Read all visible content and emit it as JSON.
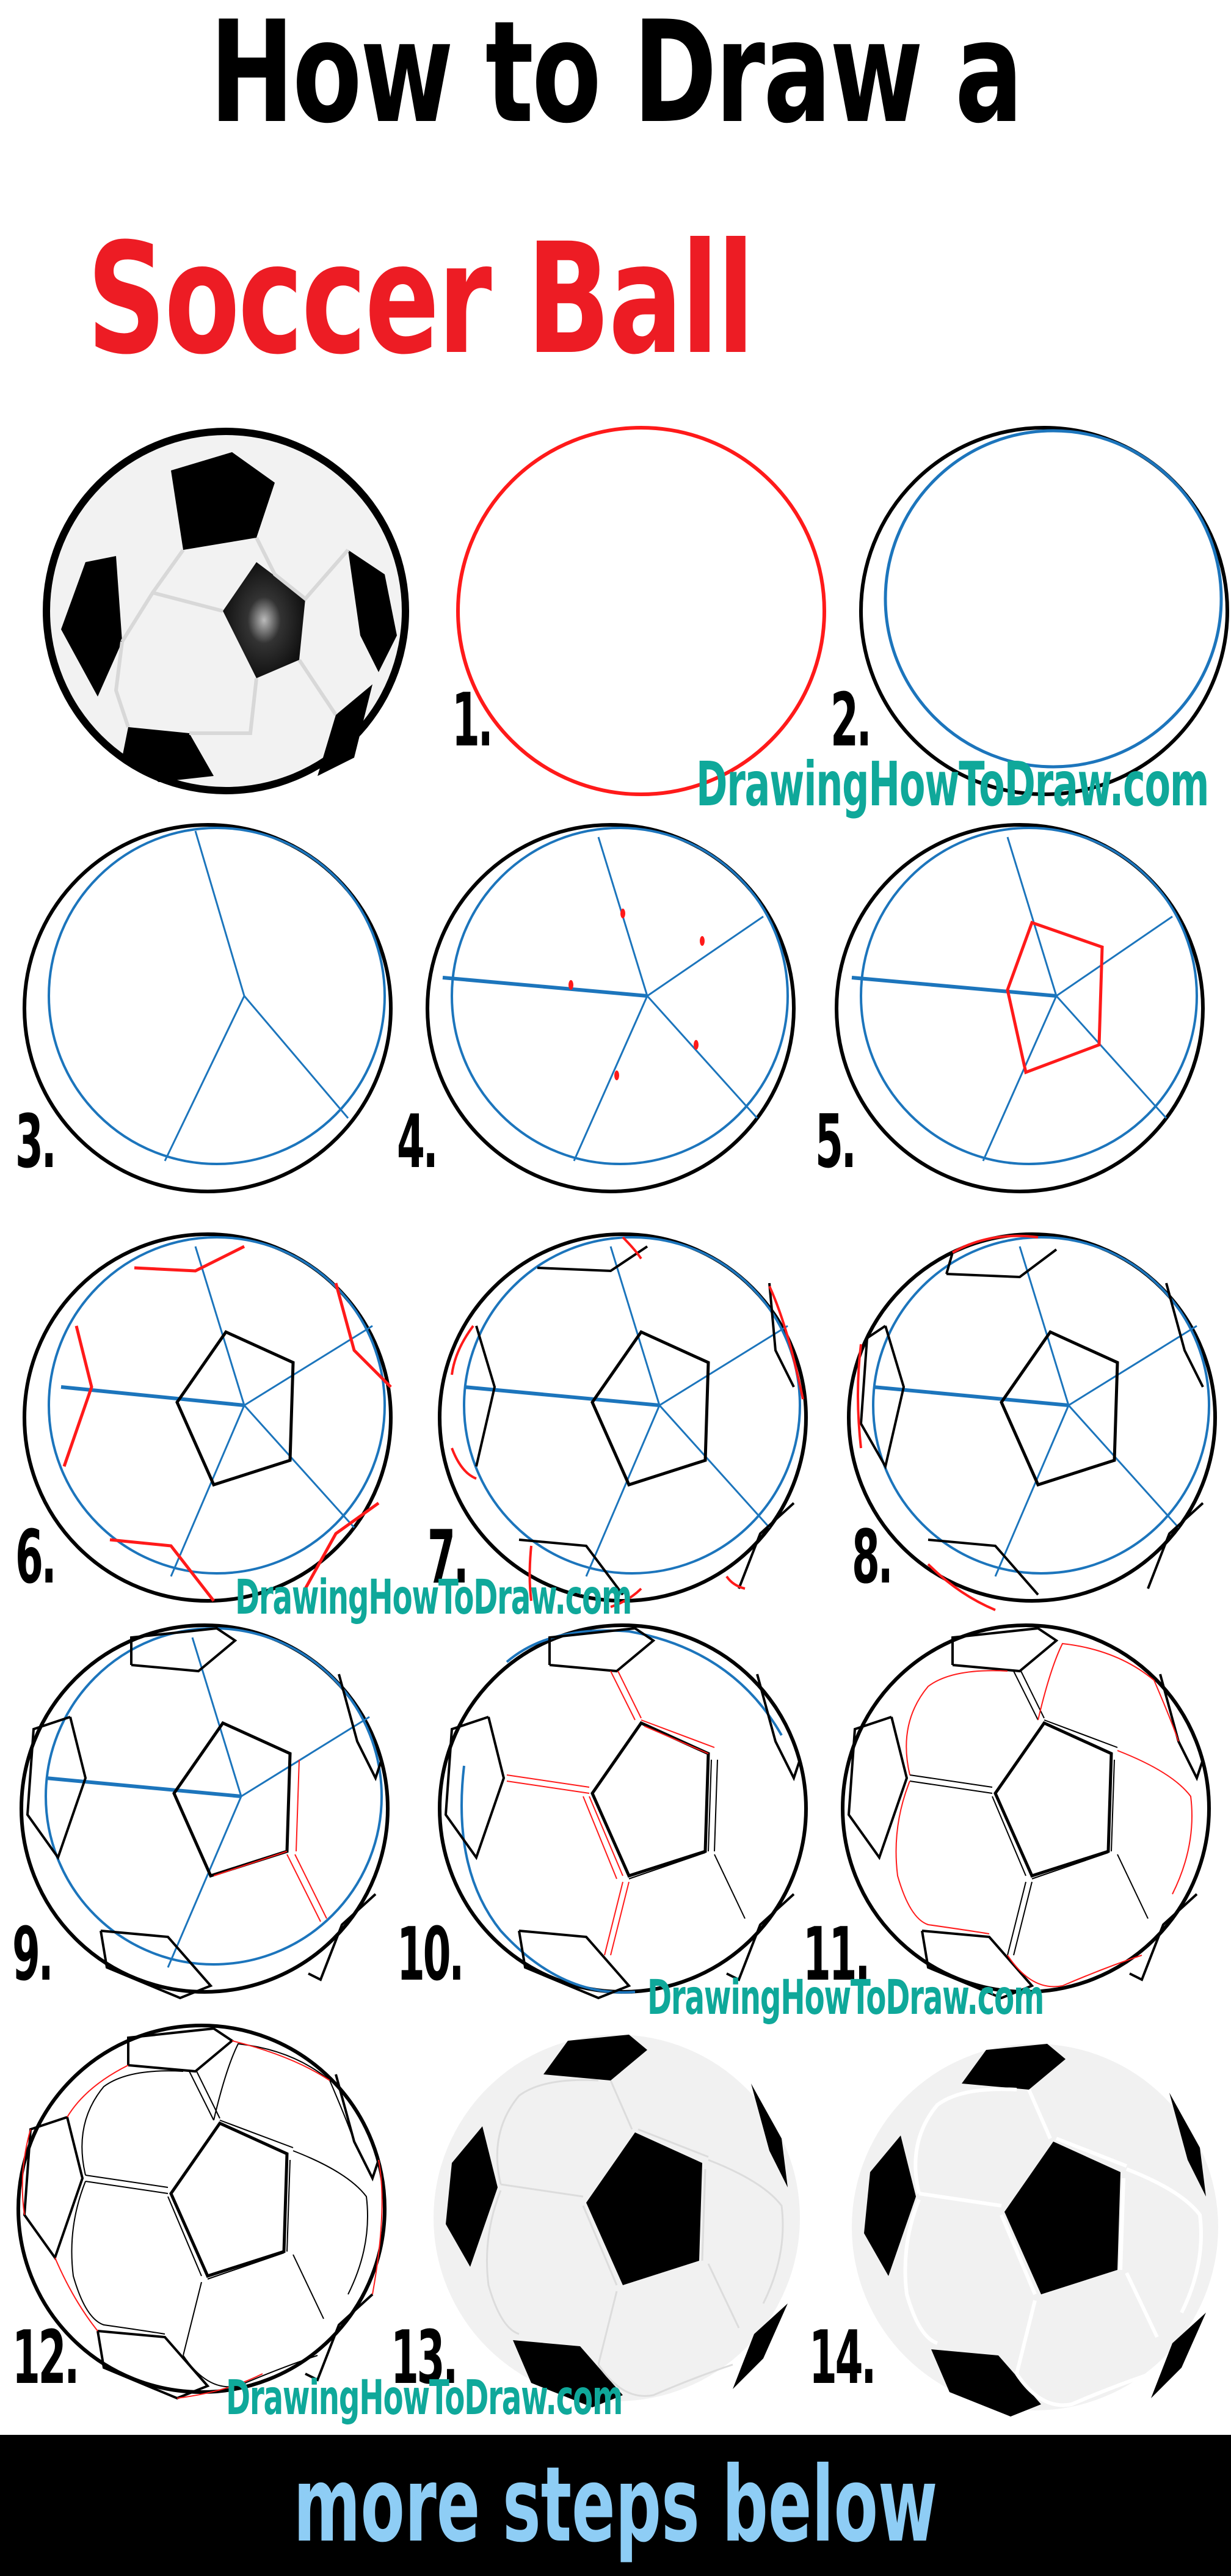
{
  "title": {
    "line1": "How to Draw a",
    "line2": "Soccer Ball",
    "line1_color": "#000000",
    "line2_color": "#ed1c24"
  },
  "watermark": {
    "text": "DrawingHowToDraw.com",
    "color": "#0fa89a"
  },
  "hero": {
    "label": "Finished soccer ball with shadow"
  },
  "steps": [
    {
      "number": "1.",
      "description": "Red circle outline"
    },
    {
      "number": "2.",
      "description": "Black circle with inner blue guide circle"
    },
    {
      "number": "3.",
      "description": "Three blue guide lines from center"
    },
    {
      "number": "4.",
      "description": "Five blue guide lines with red midpoint marks"
    },
    {
      "number": "5.",
      "description": "Red center pentagon"
    },
    {
      "number": "6.",
      "description": "Red outer panel edges"
    },
    {
      "number": "7.",
      "description": "Red edge panels near rim"
    },
    {
      "number": "8.",
      "description": "Red rim panel edges"
    },
    {
      "number": "9.",
      "description": "Red double seam lines on right"
    },
    {
      "number": "10.",
      "description": "Red double seams around center"
    },
    {
      "number": "11.",
      "description": "Red outer double seams"
    },
    {
      "number": "12.",
      "description": "Red rim seams"
    },
    {
      "number": "13.",
      "description": "Filled black pentagons, gray panels"
    },
    {
      "number": "14.",
      "description": "Finished ball, white seams"
    }
  ],
  "colors": {
    "guide_blue": "#1c75bc",
    "new_line_red": "#ff1a1a",
    "outline_black": "#000000",
    "panel_gray": "#f1f1f1",
    "banner_bg": "#000000",
    "banner_text": "#8ecdf5"
  },
  "banner": {
    "text": "more steps below"
  }
}
